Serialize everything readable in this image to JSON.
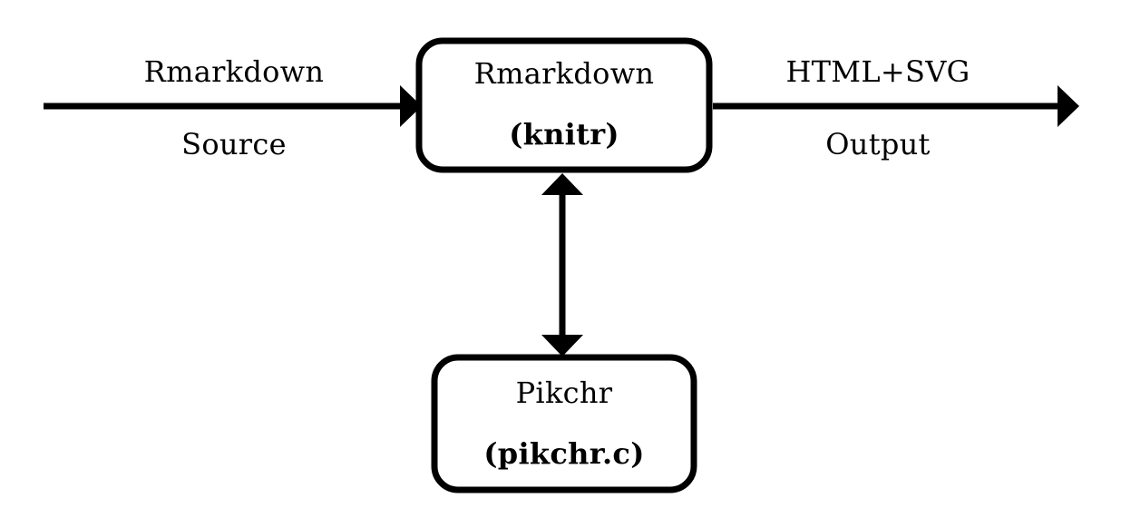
{
  "diagram": {
    "title": "Rmarkdown knitr pikchr pipeline",
    "type": "flow-diagram",
    "background_color": "#ffffff",
    "stroke_color": "#000000",
    "nodes": [
      {
        "id": "knitr-box",
        "shape": "rounded-rectangle",
        "line1": "Rmarkdown",
        "line2": "(knitr)",
        "line2_bold": true
      },
      {
        "id": "pikchr-box",
        "shape": "rounded-rectangle",
        "line1": "Pikchr",
        "line2": "(pikchr.c)",
        "line2_bold": true
      }
    ],
    "edges": [
      {
        "id": "input-arrow",
        "direction": "right",
        "label_above": "Rmarkdown",
        "label_below": "Source"
      },
      {
        "id": "output-arrow",
        "direction": "right",
        "label_above": "HTML+SVG",
        "label_below": "Output"
      },
      {
        "id": "knitr-pikchr-arrow",
        "direction": "bidirectional-vertical",
        "label_above": "",
        "label_below": ""
      }
    ]
  }
}
